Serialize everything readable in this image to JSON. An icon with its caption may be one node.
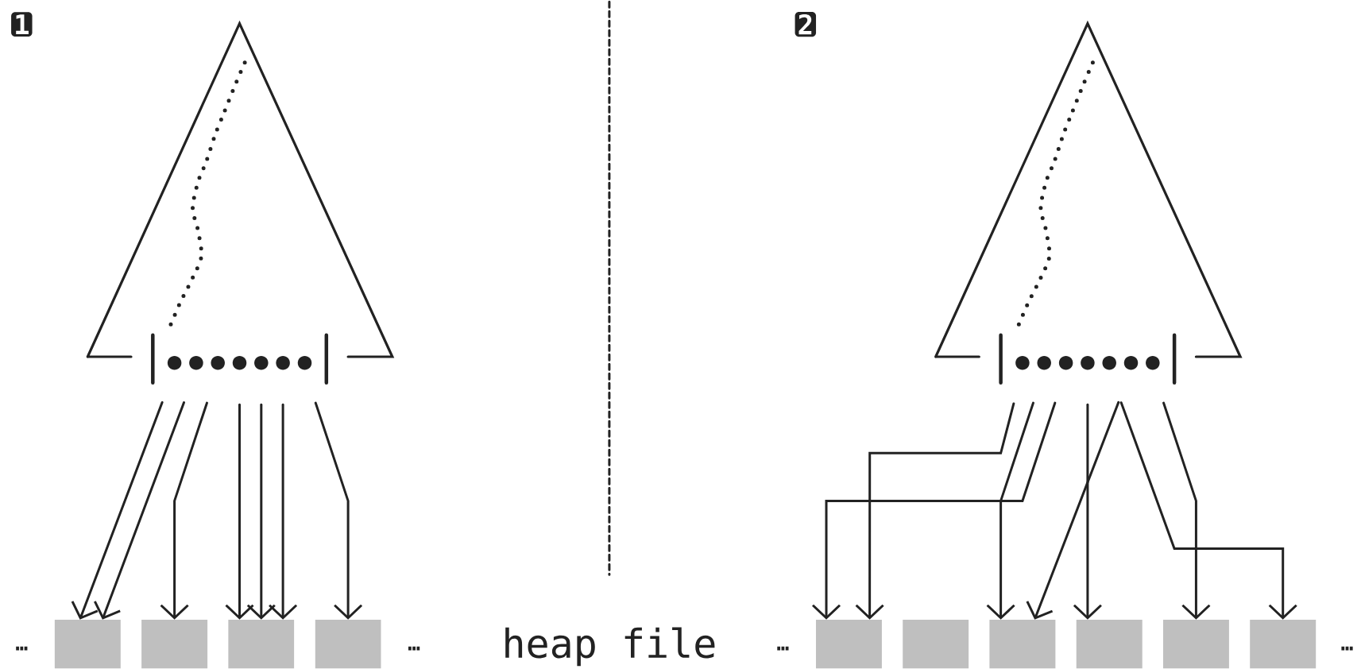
{
  "diagram": {
    "nodes": [
      {
        "text": [],
        "shape": "circle"
      },
      {
        "text": [],
        "shape": "circle"
      },
      {
        "text": [],
        "shape": "circle"
      },
      {
        "text": [],
        "shape": "circle"
      },
      {
        "text": [],
        "shape": "circle"
      },
      {
        "text": [],
        "shape": "circle"
      },
      {
        "text": [],
        "shape": "circle"
      },
      {
        "text": [],
        "shape": "box"
      },
      {
        "text": [],
        "shape": "box"
      },
      {
        "text": [],
        "shape": "box"
      },
      {
        "text": [],
        "shape": "box"
      },
      {
        "text": [],
        "shape": "circle"
      },
      {
        "text": [],
        "shape": "circle"
      },
      {
        "text": [],
        "shape": "circle"
      },
      {
        "text": [],
        "shape": "circle"
      },
      {
        "text": [],
        "shape": "circle"
      },
      {
        "text": [],
        "shape": "circle"
      },
      {
        "text": [],
        "shape": "circle"
      },
      {
        "text": [],
        "shape": "box"
      },
      {
        "text": [],
        "shape": "box"
      },
      {
        "text": [],
        "shape": "box"
      },
      {
        "text": [],
        "shape": "box"
      },
      {
        "text": [],
        "shape": "box"
      },
      {
        "text": [],
        "shape": "box"
      }
    ],
    "edges": [
      {
        "from": 0,
        "to": 7,
        "arrow": "to"
      },
      {
        "from": 1,
        "to": 7,
        "arrow": "to"
      },
      {
        "from": 2,
        "to": 8,
        "arrow": "to"
      },
      {
        "from": 3,
        "to": 9,
        "arrow": "to"
      },
      {
        "from": 4,
        "to": 9,
        "arrow": "to"
      },
      {
        "from": 5,
        "to": 9,
        "arrow": "to"
      },
      {
        "from": 6,
        "to": 10,
        "arrow": "to"
      },
      {
        "from": 11,
        "to": 18,
        "arrow": "to"
      },
      {
        "from": 12,
        "to": 20,
        "arrow": "to"
      },
      {
        "from": 13,
        "to": 18,
        "arrow": "to"
      },
      {
        "from": 14,
        "to": 21,
        "arrow": "to"
      },
      {
        "from": 15,
        "to": 23,
        "arrow": "to"
      },
      {
        "from": 16,
        "to": 20,
        "arrow": "to"
      },
      {
        "from": 17,
        "to": 22,
        "arrow": "to"
      }
    ],
    "labels": [
      "1",
      "2",
      "…",
      "…",
      "heap file",
      "…",
      "…"
    ]
  }
}
